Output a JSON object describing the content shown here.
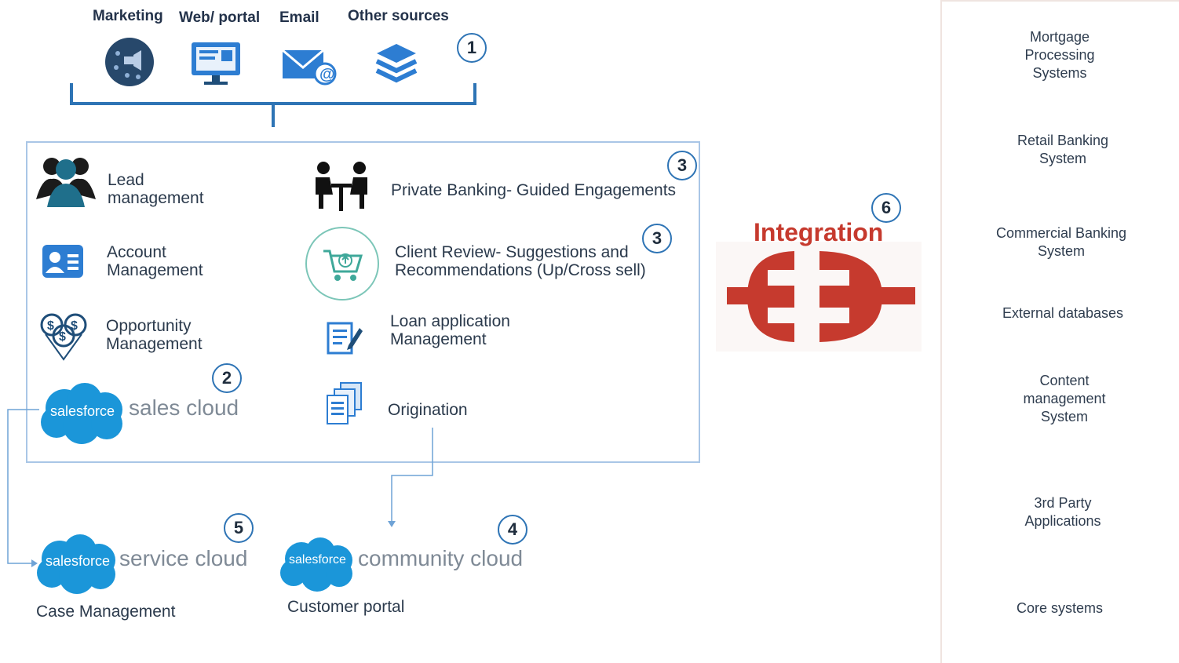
{
  "sources": {
    "labels": [
      "Marketing",
      "Web/ portal",
      "Email",
      "Other sources"
    ],
    "marker": "1"
  },
  "modules": {
    "lead": "Lead\nmanagement",
    "account": "Account\nManagement",
    "opportunity": "Opportunity\nManagement",
    "private_banking": "Private Banking- Guided Engagements",
    "client_review": "Client Review- Suggestions and\nRecommendations (Up/Cross sell)",
    "loan": "Loan application\nManagement",
    "origination": "Origination",
    "marker_private": "3",
    "marker_client": "3"
  },
  "clouds": {
    "sales": {
      "brand": "salesforce",
      "product": "sales cloud",
      "marker": "2"
    },
    "service": {
      "brand": "salesforce",
      "product": "service cloud",
      "marker": "5",
      "caption": "Case Management"
    },
    "community": {
      "brand": "salesforce",
      "product": "community cloud",
      "marker": "4",
      "caption": "Customer portal"
    }
  },
  "integration": {
    "title": "Integration",
    "marker": "6"
  },
  "systems": [
    "Mortgage\nProcessing\nSystems",
    "Retail Banking\nSystem",
    "Commercial Banking\nSystem",
    "External databases",
    "Content\nmanagement\nSystem",
    "3rd Party\nApplications",
    "Core systems"
  ],
  "colors": {
    "accent_blue": "#2e74b5",
    "salesforce_blue": "#1b96d9",
    "integration_red": "#c63a2e",
    "icon_navy": "#1f4e79"
  }
}
